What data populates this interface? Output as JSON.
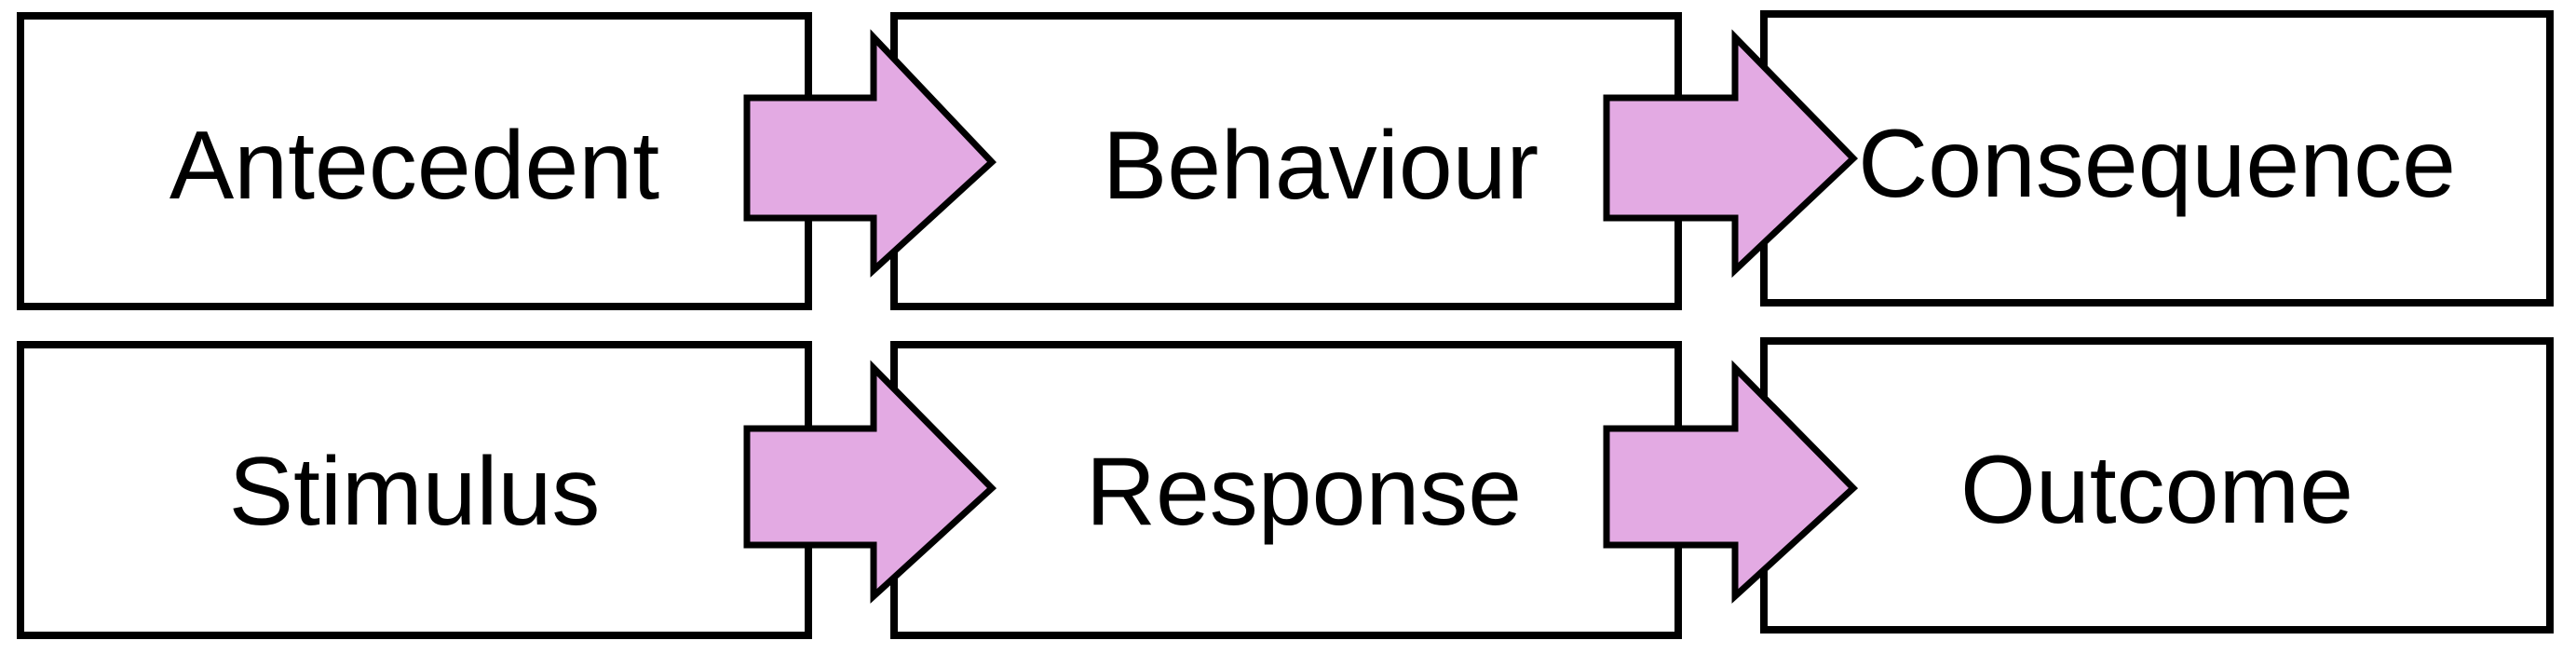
{
  "diagram": {
    "rows": [
      {
        "boxes": [
          {
            "label": "Antecedent"
          },
          {
            "label": "Behaviour"
          },
          {
            "label": "Consequence"
          }
        ]
      },
      {
        "boxes": [
          {
            "label": "Stimulus"
          },
          {
            "label": "Response"
          },
          {
            "label": "Outcome"
          }
        ]
      }
    ],
    "colors": {
      "box_fill": "#ffffff",
      "box_border": "#000000",
      "arrow_fill": "#e3aae3",
      "arrow_border": "#000000",
      "text": "#000000"
    }
  }
}
